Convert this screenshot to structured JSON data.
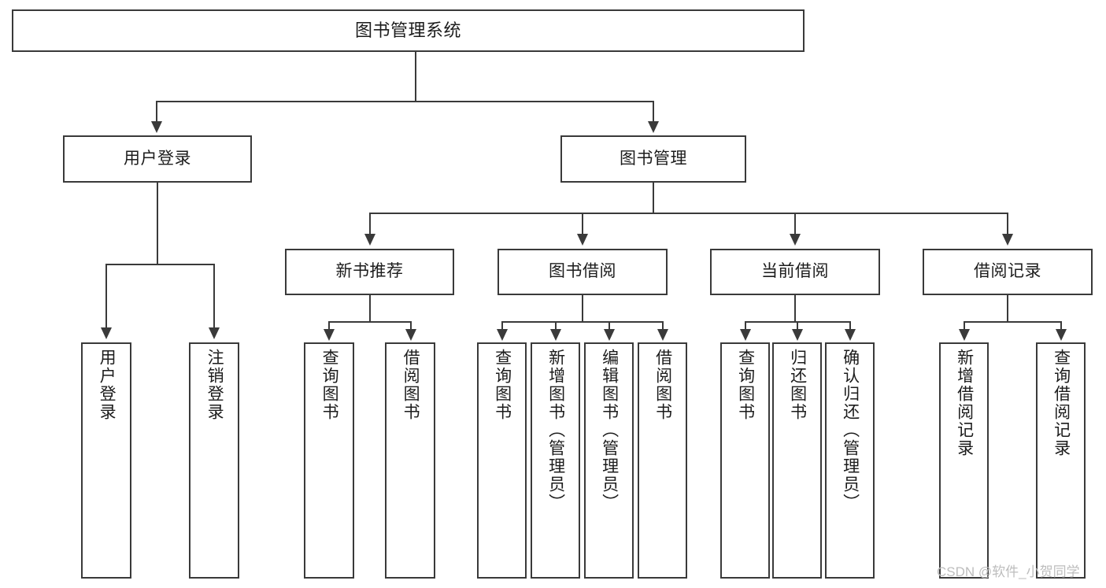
{
  "diagram": {
    "type": "hierarchy-tree",
    "title": "图书管理系统",
    "root": {
      "label": "图书管理系统"
    },
    "level2": [
      {
        "label": "用户登录"
      },
      {
        "label": "图书管理"
      }
    ],
    "level3": [
      {
        "label": "新书推荐"
      },
      {
        "label": "图书借阅"
      },
      {
        "label": "当前借阅"
      },
      {
        "label": "借阅记录"
      }
    ],
    "leaves": {
      "user_login": [
        {
          "label": "用户登录"
        },
        {
          "label": "注销登录"
        }
      ],
      "new_book_recommend": [
        {
          "label": "查询图书"
        },
        {
          "label": "借阅图书"
        }
      ],
      "book_borrow": [
        {
          "label": "查询图书"
        },
        {
          "label": "新增图书（管理员）"
        },
        {
          "label": "编辑图书（管理员）"
        },
        {
          "label": "借阅图书"
        }
      ],
      "current_borrow": [
        {
          "label": "查询图书"
        },
        {
          "label": "归还图书"
        },
        {
          "label": "确认归还（管理员）"
        }
      ],
      "borrow_record": [
        {
          "label": "新增借阅记录"
        },
        {
          "label": "查询借阅记录"
        }
      ]
    }
  },
  "watermark": {
    "text": "CSDN @软件_小贺同学"
  },
  "colors": {
    "border": "#3a3a3a",
    "background": "#ffffff",
    "text": "#1c1c1c",
    "watermark": "#bdbdbd"
  }
}
